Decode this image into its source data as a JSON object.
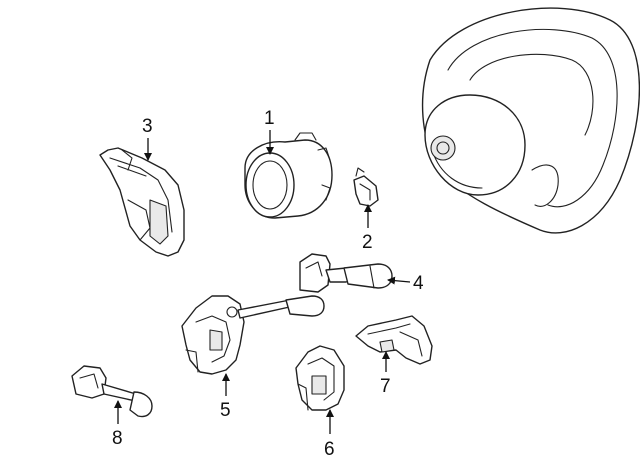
{
  "diagram": {
    "callouts": [
      {
        "id": "1",
        "label": "1"
      },
      {
        "id": "2",
        "label": "2"
      },
      {
        "id": "3",
        "label": "3"
      },
      {
        "id": "4",
        "label": "4"
      },
      {
        "id": "5",
        "label": "5"
      },
      {
        "id": "6",
        "label": "6"
      },
      {
        "id": "7",
        "label": "7"
      },
      {
        "id": "8",
        "label": "8"
      }
    ],
    "colors": {
      "line": "#222222",
      "background": "#ffffff"
    }
  }
}
